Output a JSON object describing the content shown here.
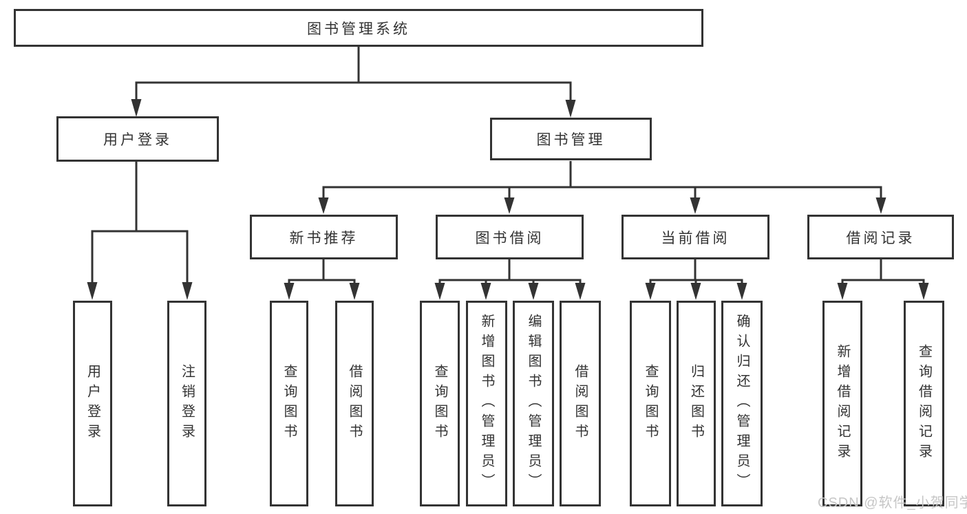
{
  "colors": {
    "line": "#333333",
    "text": "#333333",
    "background": "#ffffff",
    "watermark": "#c6c6c6"
  },
  "watermark": {
    "text": "CSDN @软件_小贺同学"
  },
  "tree": {
    "label": "图书管理系统",
    "children": [
      {
        "label": "用户登录",
        "children": [
          {
            "label": "用户登录"
          },
          {
            "label": "注销登录"
          }
        ]
      },
      {
        "label": "图书管理",
        "children": [
          {
            "label": "新书推荐",
            "children": [
              {
                "label": "查询图书"
              },
              {
                "label": "借阅图书"
              }
            ]
          },
          {
            "label": "图书借阅",
            "children": [
              {
                "label": "查询图书"
              },
              {
                "label": "新增图书（管理员）"
              },
              {
                "label": "编辑图书（管理员）"
              },
              {
                "label": "借阅图书"
              }
            ]
          },
          {
            "label": "当前借阅",
            "children": [
              {
                "label": "查询图书"
              },
              {
                "label": "归还图书"
              },
              {
                "label": "确认归还（管理员）"
              }
            ]
          },
          {
            "label": "借阅记录",
            "children": [
              {
                "label": "新增借阅记录"
              },
              {
                "label": "查询借阅记录"
              }
            ]
          }
        ]
      }
    ]
  }
}
